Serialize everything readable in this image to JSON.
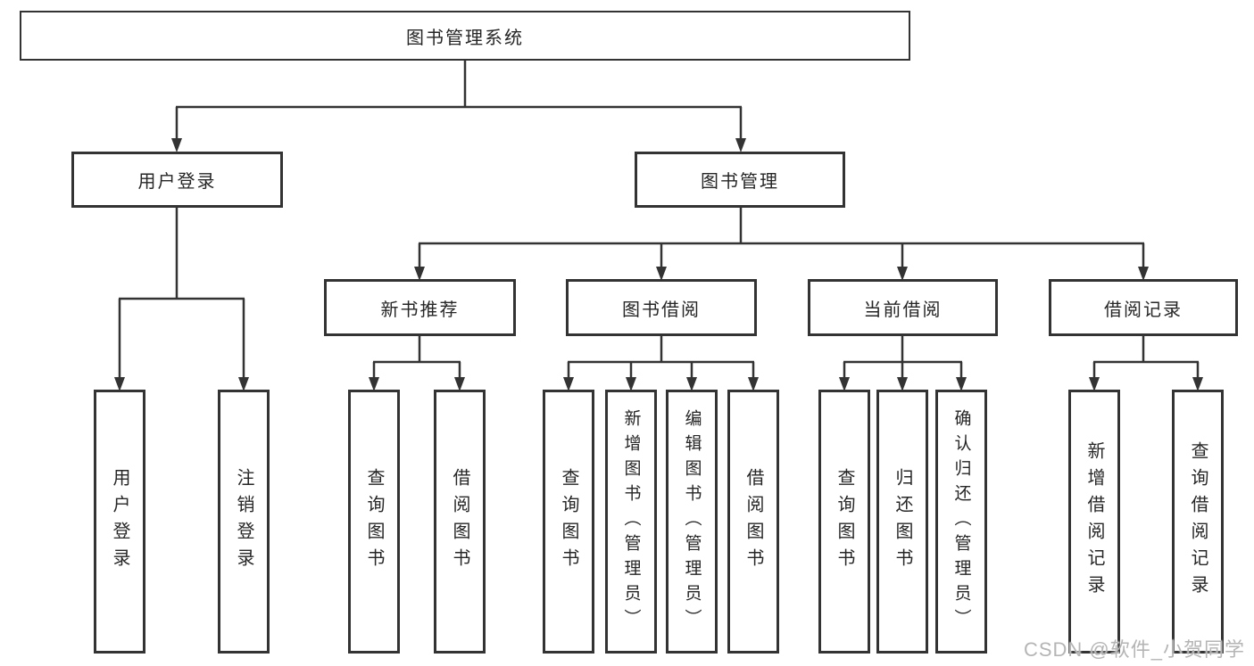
{
  "watermark": "CSDN @软件_小贺同学",
  "colors": {
    "line": "#333333",
    "box_border": "#333333",
    "box_fill": "#ffffff",
    "text": "#262626",
    "watermark": "#b5b5b5",
    "background": "#ffffff"
  },
  "tree": {
    "root": {
      "label": "图书管理系统"
    },
    "level2": [
      {
        "label": "用户登录",
        "children": [
          {
            "label": "用户登录"
          },
          {
            "label": "注销登录"
          }
        ]
      },
      {
        "label": "图书管理",
        "children": [
          {
            "label": "新书推荐",
            "children": [
              {
                "label": "查询图书"
              },
              {
                "label": "借阅图书"
              }
            ]
          },
          {
            "label": "图书借阅",
            "children": [
              {
                "label": "查询图书"
              },
              {
                "label": "新增图书（管理员）"
              },
              {
                "label": "编辑图书（管理员）"
              },
              {
                "label": "借阅图书"
              }
            ]
          },
          {
            "label": "当前借阅",
            "children": [
              {
                "label": "查询图书"
              },
              {
                "label": "归还图书"
              },
              {
                "label": "确认归还（管理员）"
              }
            ]
          },
          {
            "label": "借阅记录",
            "children": [
              {
                "label": "新增借阅记录"
              },
              {
                "label": "查询借阅记录"
              }
            ]
          }
        ]
      }
    ]
  }
}
